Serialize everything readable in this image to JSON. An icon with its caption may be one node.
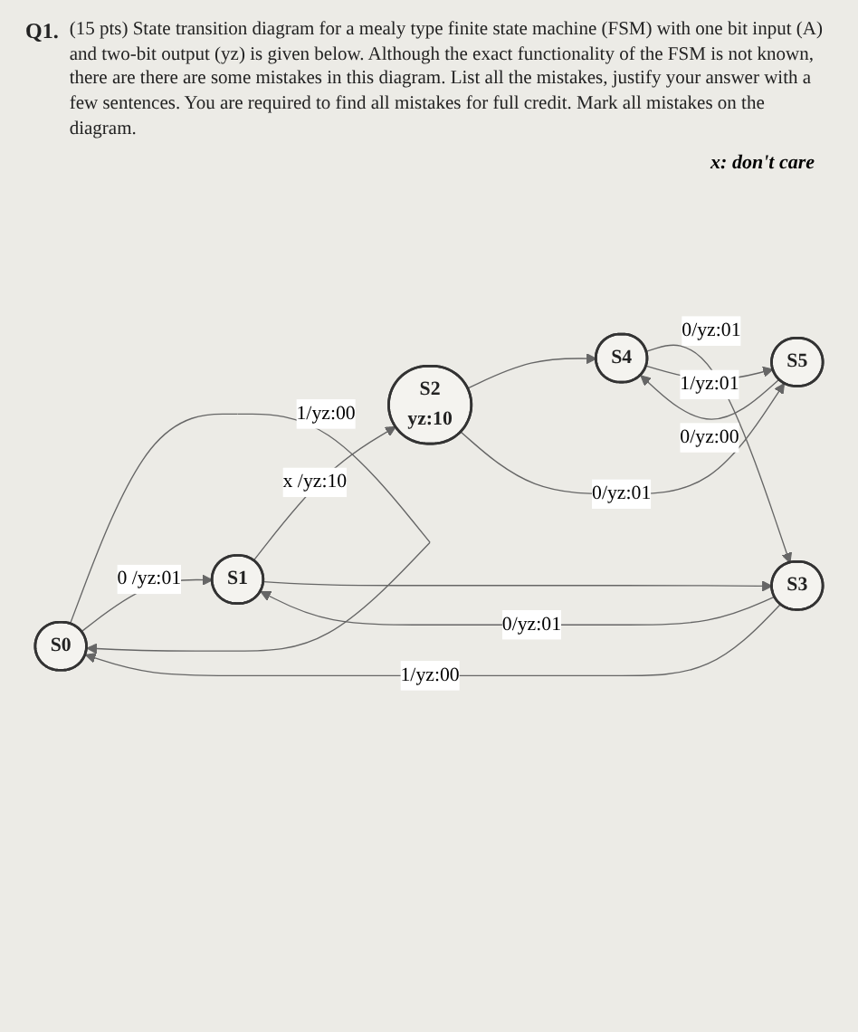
{
  "diagram": {
    "nodes": [
      {
        "text": [
          "S0"
        ]
      },
      {
        "text": [
          "S1"
        ]
      },
      {
        "text": [
          "S2",
          "yz:10"
        ]
      },
      {
        "text": [
          "S3"
        ]
      },
      {
        "text": [
          "S4"
        ]
      },
      {
        "text": [
          "S5"
        ]
      }
    ],
    "edges": [
      {
        "from": 0,
        "to": 0,
        "arrow": "to",
        "label": "1/yz:00"
      },
      {
        "from": 0,
        "to": 1,
        "arrow": "to",
        "label": "0 /yz:01"
      },
      {
        "from": 1,
        "to": 2,
        "arrow": "to",
        "label": "x /yz:10"
      },
      {
        "from": 1,
        "to": 3,
        "arrow": "to"
      },
      {
        "from": 3,
        "to": 1,
        "arrow": "to",
        "label": "0/yz:01"
      },
      {
        "from": 3,
        "to": 0,
        "arrow": "to",
        "label": "1/yz:00"
      },
      {
        "from": 4,
        "to": 3,
        "arrow": "to",
        "label": "0/yz:01"
      },
      {
        "from": 2,
        "to": 4,
        "arrow": "to"
      },
      {
        "from": 2,
        "to": 5,
        "arrow": "to",
        "label": "0/yz:01"
      },
      {
        "from": 5,
        "to": 4,
        "arrow": "to",
        "label": "0/yz:00"
      },
      {
        "from": 4,
        "to": 5,
        "arrow": "to",
        "label": "1/yz:01"
      }
    ],
    "labels": [
      "Q1.",
      "(15 pts) State transition diagram for a mealy type finite state machine (FSM) with one bit input (A) and two-bit output (yz) is given below. Although the exact functionality of the FSM is not known, there are there are some mistakes in this diagram. List all the mistakes, justify your answer with a few sentences. You are required to find all mistakes for full credit. Mark all mistakes on the diagram.",
      "x: don't care"
    ]
  }
}
